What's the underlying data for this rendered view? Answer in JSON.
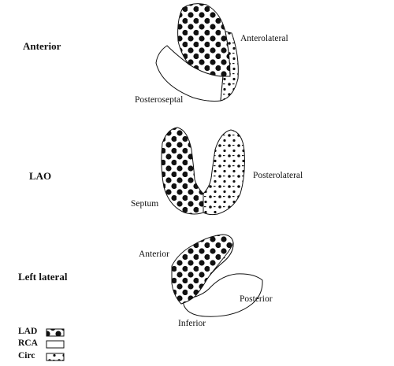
{
  "views": [
    {
      "label": "Anterior",
      "regions": [
        {
          "label": "Anterolateral"
        },
        {
          "label": "Posteroseptal"
        }
      ]
    },
    {
      "label": "LAO",
      "regions": [
        {
          "label": "Septum"
        },
        {
          "label": "Posterolateral"
        }
      ]
    },
    {
      "label": "Left lateral",
      "regions": [
        {
          "label": "Anterior"
        },
        {
          "label": "Posterior"
        },
        {
          "label": "Inferior"
        }
      ]
    }
  ],
  "legend": [
    {
      "label": "LAD",
      "pattern": "large-dots"
    },
    {
      "label": "RCA",
      "pattern": "empty"
    },
    {
      "label": "Circ",
      "pattern": "small-dots"
    }
  ],
  "colors": {
    "ink": "#111111",
    "background": "#ffffff"
  }
}
